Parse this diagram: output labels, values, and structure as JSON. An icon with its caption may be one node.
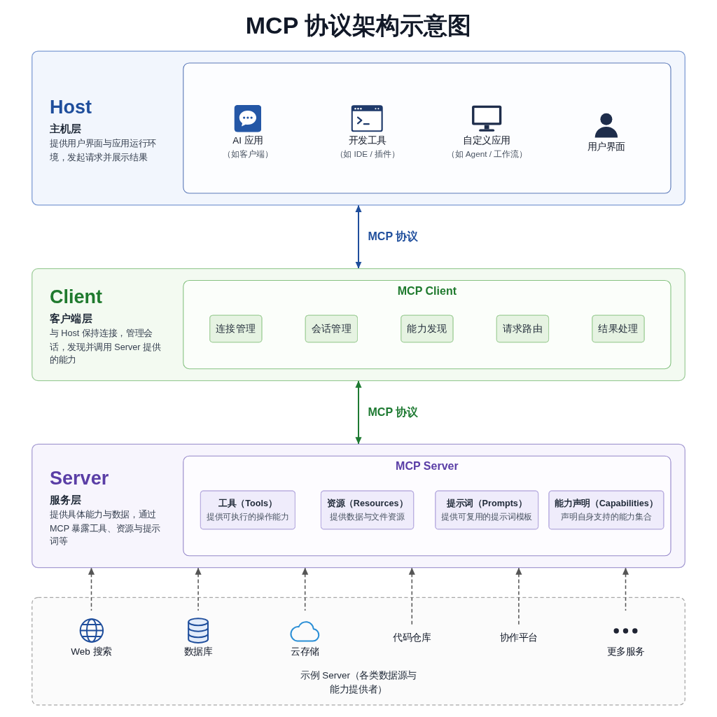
{
  "diagram": {
    "title": "MCP 协议架构示意图",
    "nodes": [
      {
        "text": [
          "Host",
          "主机层",
          "提供用户界面与应用运行环境，发起请求并展示结果"
        ]
      },
      {
        "text": [],
        "shape": "box",
        "in": 0
      },
      {
        "text": [
          "AI 应用",
          "（如客户端）"
        ],
        "in": 1
      },
      {
        "text": [
          "开发工具",
          "（如 IDE / 插件）"
        ],
        "in": 1
      },
      {
        "text": [
          "自定义应用",
          "（如 Agent / 工作流）"
        ],
        "in": 1
      },
      {
        "text": [
          "用户界面"
        ],
        "in": 1
      },
      {
        "text": [
          "Client",
          "客户端层",
          "与 Host 保持连接，管理会话，发现并调用 Server 提供的能力"
        ]
      },
      {
        "text": [
          "MCP Client"
        ],
        "in": 6
      },
      {
        "text": [
          "连接管理"
        ],
        "in": 7
      },
      {
        "text": [
          "会话管理"
        ],
        "in": 7
      },
      {
        "text": [
          "能力发现"
        ],
        "in": 7
      },
      {
        "text": [
          "请求路由"
        ],
        "in": 7
      },
      {
        "text": [
          "结果处理"
        ],
        "in": 7
      },
      {
        "text": [
          "Server",
          "服务层",
          "提供具体能力与数据，通过 MCP 暴露工具、资源与提示词等"
        ]
      },
      {
        "text": [
          "MCP Server"
        ],
        "in": 13
      },
      {
        "text": [
          "工具（Tools）",
          "提供可执行的操作能力"
        ],
        "in": 14
      },
      {
        "text": [
          "资源（Resources）",
          "提供数据与文件资源"
        ],
        "in": 14
      },
      {
        "text": [
          "提示词（Prompts）",
          "提供可复用的提示词模板"
        ],
        "in": 14
      },
      {
        "text": [
          "能力声明（Capabilities）",
          "声明自身支持的能力集合"
        ],
        "in": 14
      },
      {
        "text": [
          "示例 Server（各类数据源与能力提供者）"
        ]
      },
      {
        "text": [
          "Web 搜索"
        ],
        "in": 19
      },
      {
        "text": [
          "数据库"
        ],
        "in": 19
      },
      {
        "text": [
          "云存储"
        ],
        "in": 19
      },
      {
        "text": [
          "代码仓库"
        ],
        "in": 19
      },
      {
        "text": [
          "协作平台"
        ],
        "in": 19
      },
      {
        "text": [
          "更多服务"
        ],
        "in": 19
      }
    ],
    "edges": [
      {
        "from": 0,
        "to": 6,
        "arrow": "both",
        "label": "MCP 协议",
        "color": "#1f4e9c"
      },
      {
        "from": 6,
        "to": 13,
        "arrow": "both",
        "label": "MCP 协议",
        "color": "#1e7a32"
      },
      {
        "from": 20,
        "to": 13,
        "arrow": "to",
        "style": "dashed"
      },
      {
        "from": 21,
        "to": 13,
        "arrow": "to",
        "style": "dashed"
      },
      {
        "from": 22,
        "to": 13,
        "arrow": "to",
        "style": "dashed"
      },
      {
        "from": 23,
        "to": 13,
        "arrow": "to",
        "style": "dashed"
      },
      {
        "from": 24,
        "to": 13,
        "arrow": "to",
        "style": "dashed"
      },
      {
        "from": 25,
        "to": 13,
        "arrow": "to",
        "style": "dashed"
      }
    ]
  }
}
